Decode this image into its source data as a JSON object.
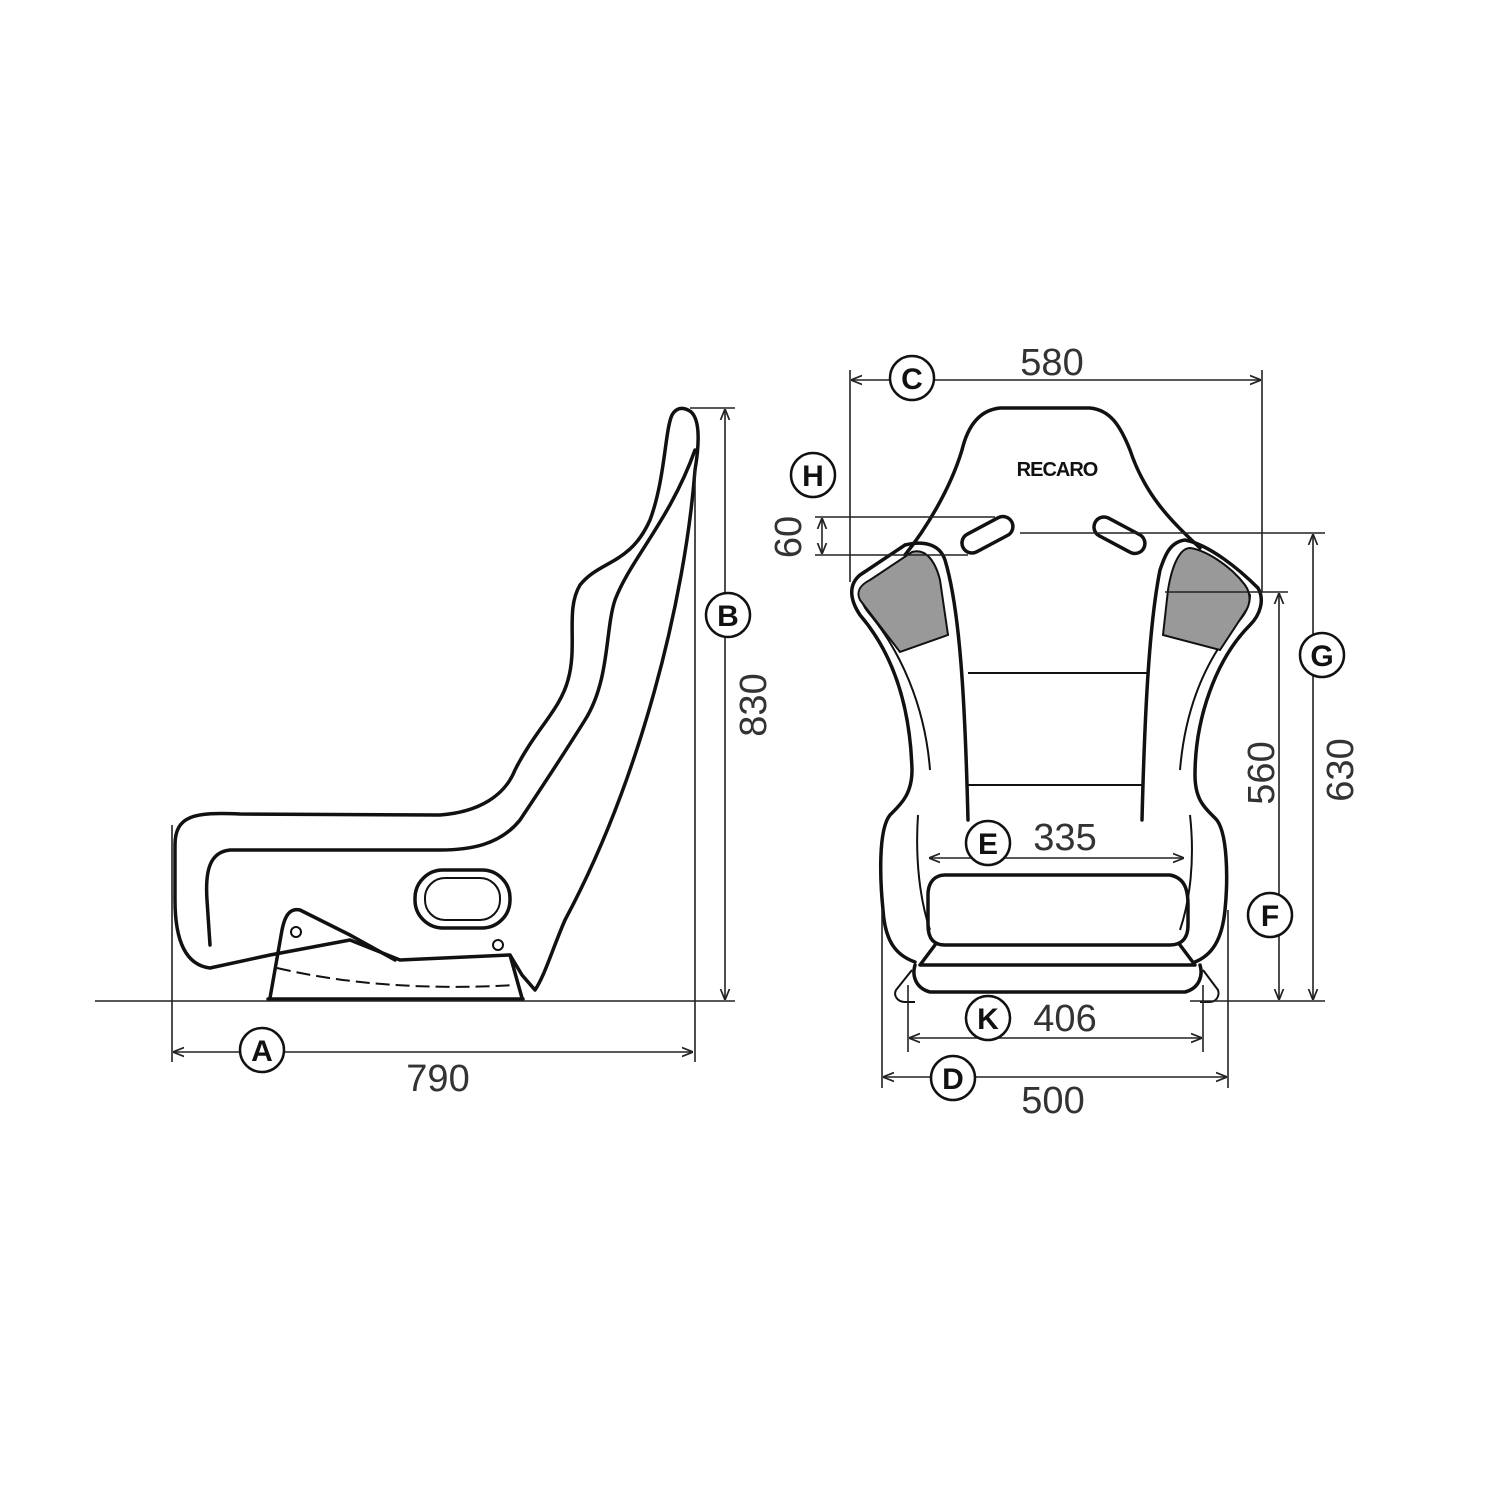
{
  "brand_logo": "RECARO",
  "colors": {
    "line": "#111111",
    "panel": "#999999"
  },
  "dimensions": [
    {
      "letter": "A",
      "value": "790"
    },
    {
      "letter": "B",
      "value": "830"
    },
    {
      "letter": "C",
      "value": "580"
    },
    {
      "letter": "D",
      "value": "500"
    },
    {
      "letter": "E",
      "value": "335"
    },
    {
      "letter": "F",
      "value": "560"
    },
    {
      "letter": "G",
      "value": "630"
    },
    {
      "letter": "H",
      "value": "60"
    },
    {
      "letter": "K",
      "value": "406"
    }
  ]
}
